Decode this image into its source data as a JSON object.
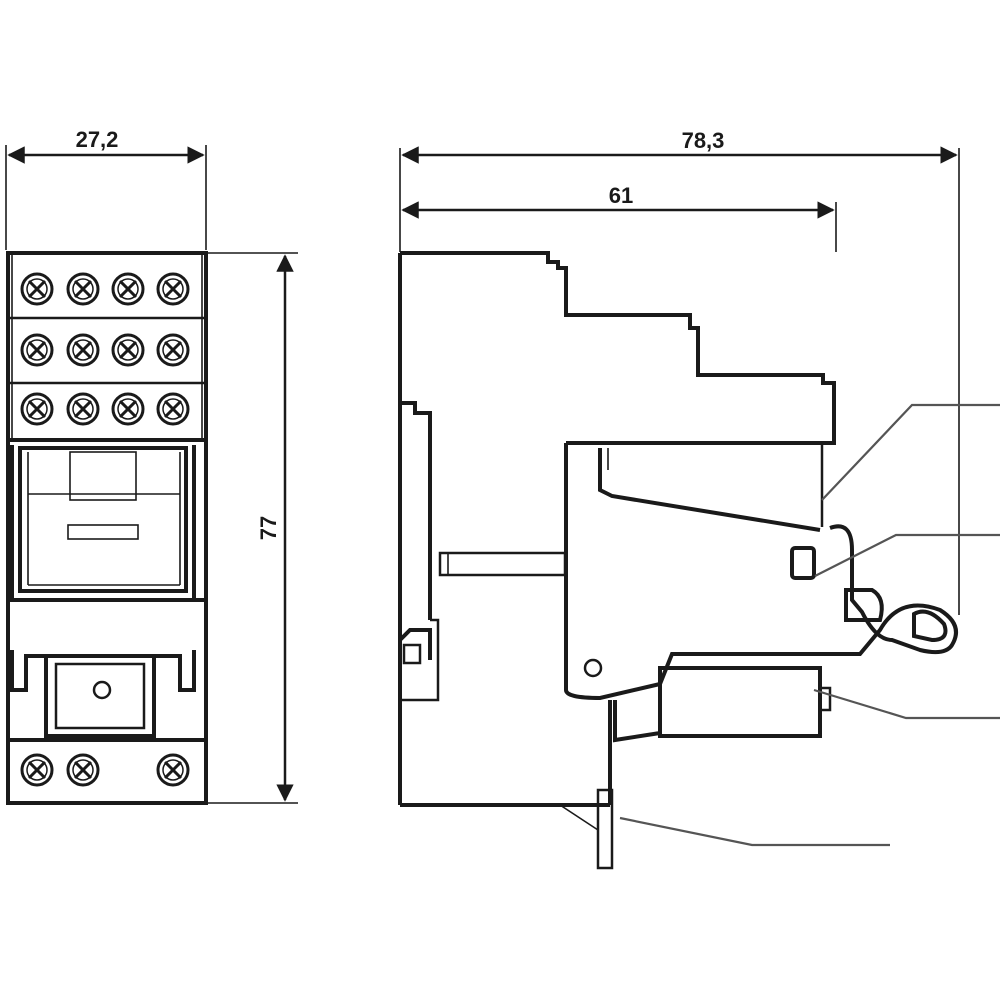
{
  "dimensions": {
    "front_width": "27,2",
    "front_height": "77",
    "side_total_length": "78,3",
    "side_body_length": "61"
  },
  "colors": {
    "line": "#1a1a1a",
    "leader": "#555555",
    "background": "#ffffff"
  }
}
